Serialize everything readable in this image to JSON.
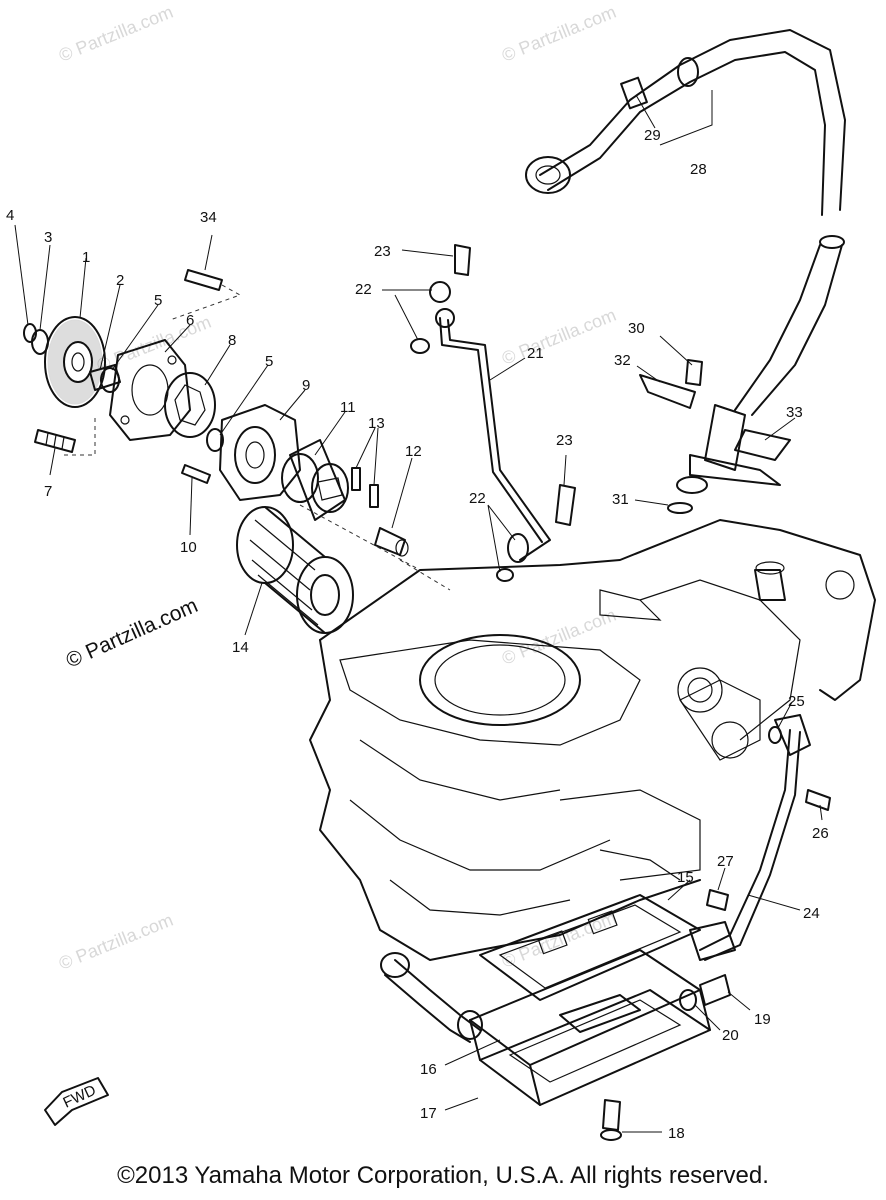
{
  "watermark": "© Partzilla.com",
  "footer": {
    "copyright": "©2013 Yamaha Motor Corporation, U.S.A. All rights reserved."
  },
  "fwd_label": "FWD",
  "callouts": {
    "p1": "1",
    "p2": "2",
    "p3": "3",
    "p4": "4",
    "p5a": "5",
    "p5b": "5",
    "p6": "6",
    "p7": "7",
    "p8": "8",
    "p9": "9",
    "p10": "10",
    "p11": "11",
    "p12": "12",
    "p13": "13",
    "p14": "14",
    "p15": "15",
    "p16": "16",
    "p17": "17",
    "p18": "18",
    "p19": "19",
    "p20": "20",
    "p21": "21",
    "p22a": "22",
    "p22b": "22",
    "p23a": "23",
    "p23b": "23",
    "p24": "24",
    "p25": "25",
    "p26": "26",
    "p27": "27",
    "p28": "28",
    "p29": "29",
    "p30": "30",
    "p31": "31",
    "p32": "32",
    "p33": "33",
    "p34": "34"
  }
}
